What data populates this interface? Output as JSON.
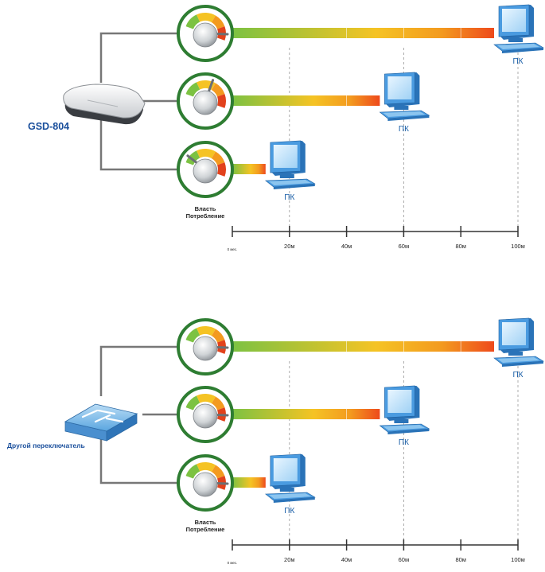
{
  "sections": [
    {
      "device_label": "GSD-804",
      "device_type": "router",
      "power_label_line1": "Власть",
      "power_label_line2": "Потребление",
      "rows": [
        {
          "pc_label": "ПК",
          "distance_m": 100,
          "gauge_level": 0.9
        },
        {
          "pc_label": "ПК",
          "distance_m": 60,
          "gauge_level": 0.5
        },
        {
          "pc_label": "ПК",
          "distance_m": 20,
          "gauge_level": 0.1
        }
      ],
      "axis_ticks": [
        "0 мес.",
        "20м",
        "40м",
        "60м",
        "80м",
        "100м"
      ]
    },
    {
      "device_label": "Другой переключатель",
      "device_type": "switch",
      "power_label_line1": "Власть",
      "power_label_line2": "Потребление",
      "rows": [
        {
          "pc_label": "ПК",
          "distance_m": 100,
          "gauge_level": 0.9
        },
        {
          "pc_label": "ПК",
          "distance_m": 60,
          "gauge_level": 0.9
        },
        {
          "pc_label": "ПК",
          "distance_m": 20,
          "gauge_level": 0.9
        }
      ],
      "axis_ticks": [
        "0 мес.",
        "20м",
        "40м",
        "60м",
        "80м",
        "100м"
      ]
    }
  ],
  "colors": {
    "ring": "#2e7d32",
    "cable": "#777777",
    "bar_start": "#7cc242",
    "bar_mid": "#f5c324",
    "bar_end": "#ee4a1c",
    "pc_blue": "#3c8fd6",
    "label_blue": "#1a4f9c"
  }
}
